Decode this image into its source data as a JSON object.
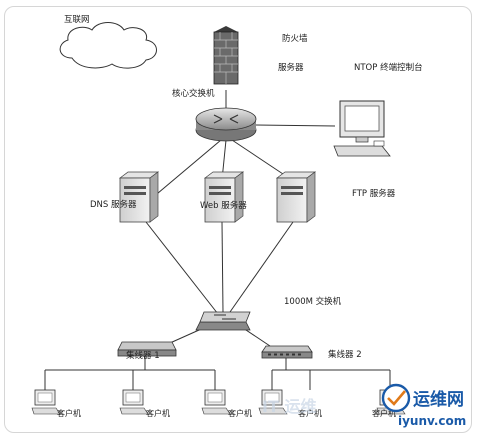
{
  "labels": {
    "internet": "互联网",
    "firewall": "防火墙",
    "dmz": "服务器",
    "ntop": "NTOP 终端控制台",
    "core_switch": "核心交换机",
    "dns": "DNS 服务器",
    "web": "Web 服务器",
    "ftp": "FTP 服务器",
    "gig_switch": "1000M 交换机",
    "hub1": "集线器 1",
    "hub2": "集线器 2",
    "client": "客户机"
  },
  "watermark": {
    "site_cn": "运维网",
    "site_url": "iyunv.com",
    "faint_text": "IT 运维"
  }
}
